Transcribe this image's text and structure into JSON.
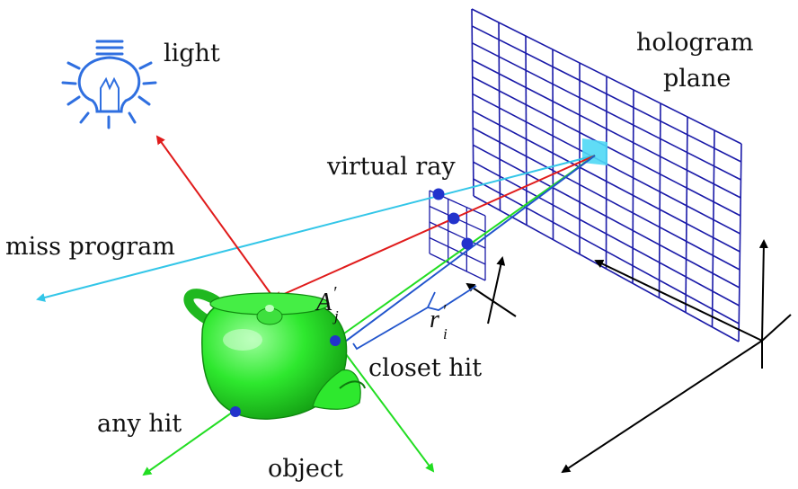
{
  "labels": {
    "light": "light",
    "hologram_line1": "hologram",
    "hologram_line2": "plane",
    "virtual_ray": "virtual ray",
    "miss_program": "miss program",
    "closet_hit": "closet hit",
    "any_hit": "any hit",
    "object": "object"
  },
  "math": {
    "a_main": "A",
    "a_prime": "′",
    "a_sub": "j",
    "r_main": "r",
    "r_prime": "′",
    "r_sub": "i"
  },
  "colors": {
    "grid": "#1a1aa8",
    "light_icon": "#2f6fe0",
    "red_ray": "#e01b1b",
    "green_ray": "#22dd22",
    "cyan_ray": "#33c6e8",
    "blue_ray": "#2255cc",
    "axes": "#000000",
    "teapot": "#2ee82e",
    "hit_dot": "#2233cc",
    "pixel": "#4fd8f5"
  },
  "icons": [
    "light-bulb-icon",
    "teapot-object"
  ]
}
